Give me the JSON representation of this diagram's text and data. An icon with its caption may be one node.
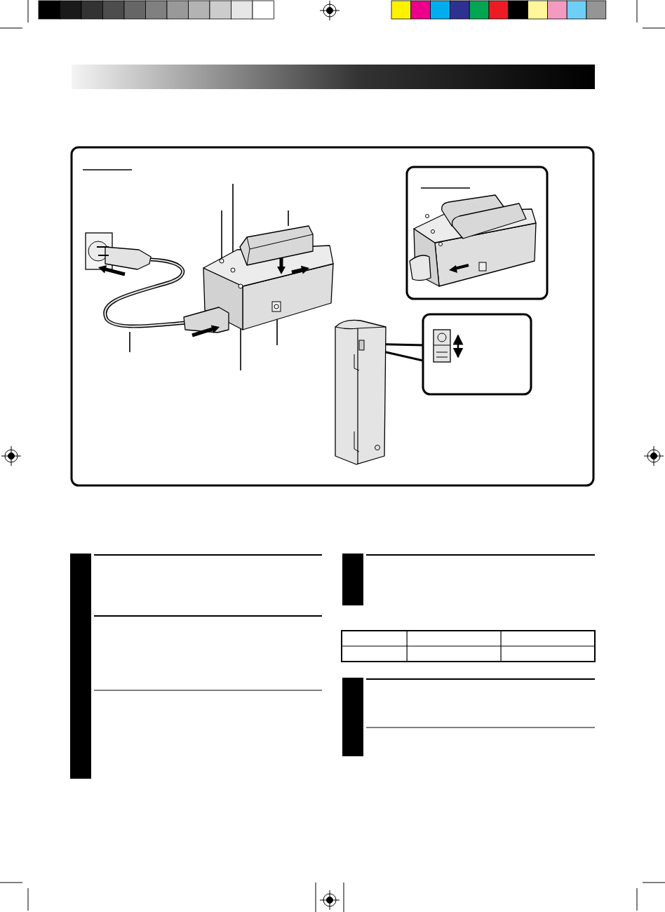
{
  "diagram": {
    "nodes": [
      {
        "text": [],
        "shape": "picture"
      },
      {
        "text": [],
        "shape": "box"
      },
      {
        "text": [],
        "shape": "picture"
      },
      {
        "text": [],
        "shape": "box"
      },
      {
        "text": [],
        "shape": "bar"
      },
      {
        "text": [],
        "shape": "bar"
      },
      {
        "text": [],
        "shape": "table"
      },
      {
        "text": [],
        "shape": "bar"
      }
    ],
    "edges": [
      {
        "from": 2,
        "to": 3,
        "arrow": "none"
      },
      {
        "from": null,
        "to": 0,
        "arrow": "none"
      },
      {
        "from": null,
        "to": 0,
        "arrow": "none"
      },
      {
        "from": null,
        "to": 0,
        "arrow": "none"
      },
      {
        "from": null,
        "to": 0,
        "arrow": "none"
      },
      {
        "from": null,
        "to": 0,
        "arrow": "none"
      },
      {
        "from": null,
        "to": 0,
        "arrow": "none"
      }
    ]
  }
}
